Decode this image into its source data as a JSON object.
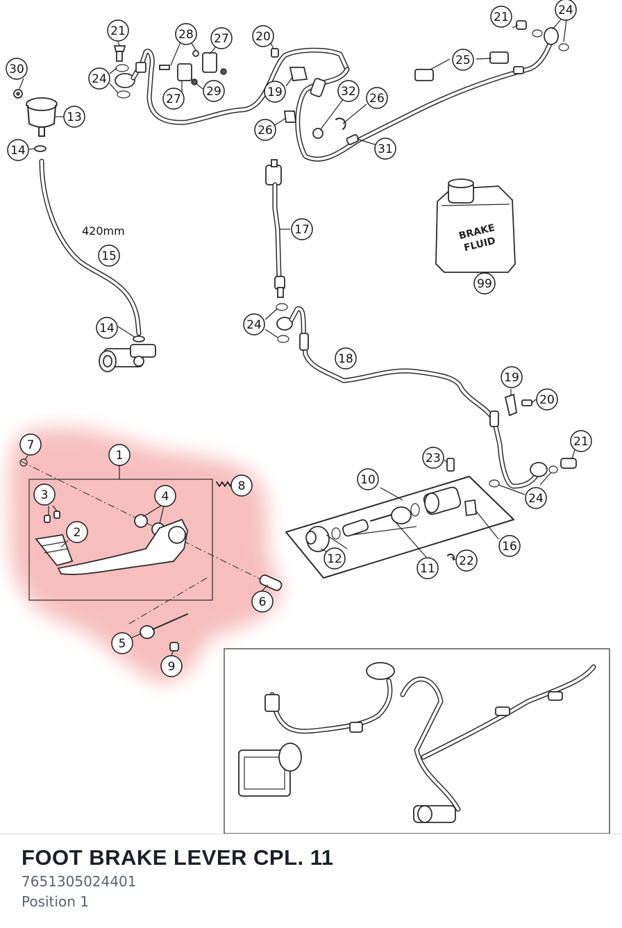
{
  "diagram": {
    "length_label": "420mm",
    "bottle_label_line1": "BRAKE",
    "bottle_label_line2": "FLUID",
    "highlight_color": "#f08a8a",
    "callouts": [
      {
        "id": "c30",
        "label": "30"
      },
      {
        "id": "c13",
        "label": "13"
      },
      {
        "id": "c14a",
        "label": "14"
      },
      {
        "id": "c15",
        "label": "15"
      },
      {
        "id": "c14b",
        "label": "14"
      },
      {
        "id": "c21a",
        "label": "21"
      },
      {
        "id": "c24a",
        "label": "24"
      },
      {
        "id": "c28",
        "label": "28"
      },
      {
        "id": "c27a",
        "label": "27"
      },
      {
        "id": "c27b",
        "label": "27"
      },
      {
        "id": "c29",
        "label": "29"
      },
      {
        "id": "c20a",
        "label": "20"
      },
      {
        "id": "c19a",
        "label": "19"
      },
      {
        "id": "c26a",
        "label": "26"
      },
      {
        "id": "c32",
        "label": "32"
      },
      {
        "id": "c26b",
        "label": "26"
      },
      {
        "id": "c31",
        "label": "31"
      },
      {
        "id": "c21b",
        "label": "21"
      },
      {
        "id": "c24b",
        "label": "24"
      },
      {
        "id": "c25",
        "label": "25"
      },
      {
        "id": "c17",
        "label": "17"
      },
      {
        "id": "c99",
        "label": "99"
      },
      {
        "id": "c24c",
        "label": "24"
      },
      {
        "id": "c18",
        "label": "18"
      },
      {
        "id": "c19b",
        "label": "19"
      },
      {
        "id": "c20b",
        "label": "20"
      },
      {
        "id": "c21c",
        "label": "21"
      },
      {
        "id": "c24d",
        "label": "24"
      },
      {
        "id": "c23",
        "label": "23"
      },
      {
        "id": "c10",
        "label": "10"
      },
      {
        "id": "c16",
        "label": "16"
      },
      {
        "id": "c12",
        "label": "12"
      },
      {
        "id": "c11",
        "label": "11"
      },
      {
        "id": "c22",
        "label": "22"
      },
      {
        "id": "c7",
        "label": "7"
      },
      {
        "id": "c1",
        "label": "1"
      },
      {
        "id": "c8",
        "label": "8"
      },
      {
        "id": "c3",
        "label": "3"
      },
      {
        "id": "c4",
        "label": "4"
      },
      {
        "id": "c2",
        "label": "2"
      },
      {
        "id": "c6",
        "label": "6"
      },
      {
        "id": "c5",
        "label": "5"
      },
      {
        "id": "c9",
        "label": "9"
      }
    ]
  },
  "footer": {
    "title": "FOOT BRAKE LEVER CPL. 11",
    "part_number": "7651305024401",
    "position": "Position 1"
  }
}
